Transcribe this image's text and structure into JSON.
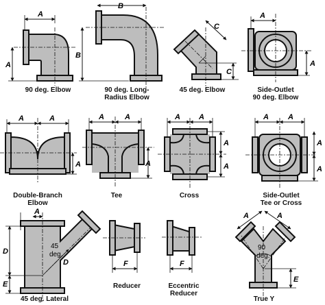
{
  "fittings": [
    {
      "id": "elbow90",
      "caption": [
        "90 deg. Elbow"
      ],
      "dims": [
        "A",
        "A"
      ]
    },
    {
      "id": "longelbow",
      "caption": [
        "90 deg. Long-",
        "Radius Elbow"
      ],
      "dims": [
        "B",
        "B"
      ]
    },
    {
      "id": "elbow45",
      "caption": [
        "45 deg. Elbow"
      ],
      "dims": [
        "C",
        "C"
      ]
    },
    {
      "id": "sideoutlet90",
      "caption": [
        "Side-Outlet",
        "90 deg. Elbow"
      ],
      "dims": [
        "A",
        "A"
      ]
    },
    {
      "id": "doublebranch",
      "caption": [
        "Double-Branch",
        "Elbow"
      ],
      "dims": [
        "A",
        "A",
        "A"
      ]
    },
    {
      "id": "tee",
      "caption": [
        "Tee"
      ],
      "dims": [
        "A",
        "A",
        "A"
      ]
    },
    {
      "id": "cross",
      "caption": [
        "Cross"
      ],
      "dims": [
        "A",
        "A",
        "A",
        "A"
      ]
    },
    {
      "id": "sideoutlettee",
      "caption": [
        "Side-Outlet",
        "Tee or Cross"
      ],
      "dims": [
        "A",
        "A",
        "A",
        "A"
      ]
    },
    {
      "id": "lateral45",
      "caption": [
        "45 deg. Lateral"
      ],
      "dims": [
        "A",
        "D",
        "E",
        "D"
      ],
      "angle_label": [
        "45",
        "deg."
      ]
    },
    {
      "id": "reducer",
      "caption": [
        "Reducer"
      ],
      "dims": [
        "F"
      ]
    },
    {
      "id": "eccreducer",
      "caption": [
        "Eccentric",
        "Reducer"
      ],
      "dims": [
        "F"
      ]
    },
    {
      "id": "truey",
      "caption": [
        "True Y"
      ],
      "dims": [
        "A",
        "A",
        "E"
      ],
      "angle_label": [
        "90",
        "deg."
      ]
    }
  ],
  "colors": {
    "body_fill": "#bdbdbd",
    "outline": "#111111",
    "background": "#ffffff"
  }
}
